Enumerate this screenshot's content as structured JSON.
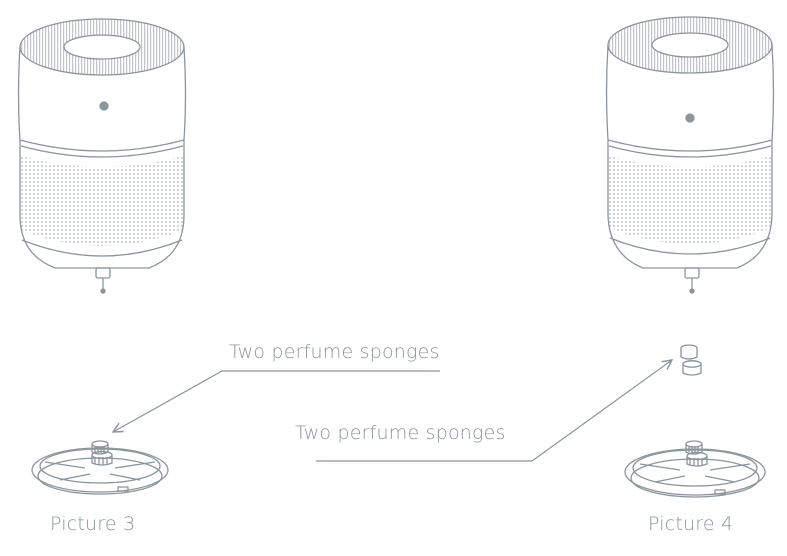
{
  "labels": {
    "sponges_left": "Two perfume sponges",
    "sponges_right": "Two perfume sponges",
    "picture_3": "Picture 3",
    "picture_4": "Picture 4"
  },
  "colors": {
    "line": "#8a969c",
    "text": "#8a969c",
    "background": "#ffffff"
  },
  "icons": [
    "air-purifier-icon",
    "base-plate-icon",
    "perfume-sponge-icon",
    "arrow-icon"
  ]
}
